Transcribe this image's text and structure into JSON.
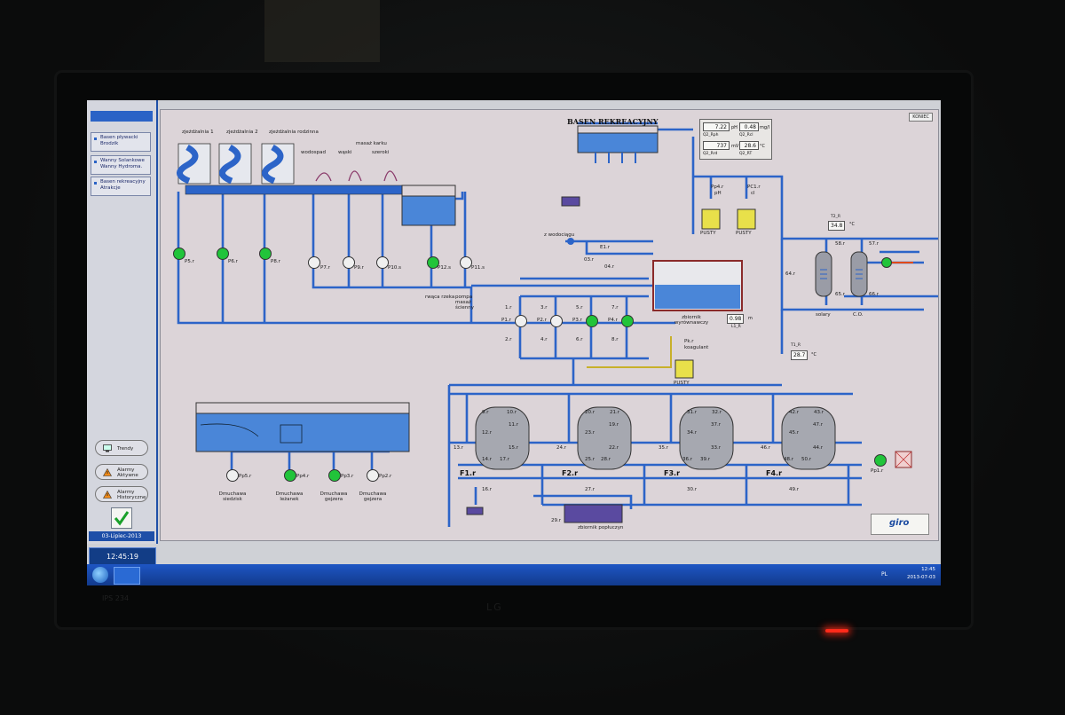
{
  "nav": {
    "buttons": [
      "Basen pływacki Brodzik",
      "Wanny Solankowe Wanny Hydroma.",
      "Basen rekreacyjny Atrakcje"
    ],
    "trendy": "Trendy",
    "alarmy_aktywne": "Alarmy Aktywne",
    "alarmy_historyczne": "Alarmy Historyczne",
    "date": "03-Lipiec-2013",
    "clock": "12:45:19"
  },
  "header": {
    "koniec": "KONIEC",
    "basen_title": "BASEN REKREACYJNY"
  },
  "readings": {
    "ph": "7.22",
    "ph_unit": "pH",
    "cl": "0.48",
    "cl_unit": "mg/l",
    "redox": "737",
    "redox_unit": "mV",
    "temp": "28.6",
    "temp_unit": "°C",
    "ph_tag": "Q2_Rph",
    "cl_tag": "Q2_Rcl",
    "redox_tag": "Q2_Rrd",
    "temp_tag": "Q2_RT",
    "t2": "34.8",
    "t2_tag": "T2_R",
    "t1": "28.7",
    "t1_tag": "T1_R",
    "level": "0.98",
    "level_unit": "m",
    "level_tag": "L1_R",
    "deg": "°C"
  },
  "attractions": {
    "slides": [
      "zjeżdżalnia 1",
      "zjeżdżalnia 2",
      "zjeżdżalnia rodzinna"
    ],
    "wodospad": "wodospad",
    "masaz_karku": "masaż karku",
    "waski": "wąski",
    "szeroki": "szeroki",
    "pumps": [
      "P5.r",
      "P6.r",
      "P8.r",
      "P7.r",
      "P9.r",
      "P10.s",
      "P12.s",
      "P11.s"
    ],
    "rwaca_rzeka": "rwąca rzeka",
    "pompa_masaz": "pompa masaż ścienny"
  },
  "supply": {
    "wodociag": "z wodociągu",
    "valves": [
      "E1.r",
      "03.r",
      "04.r"
    ]
  },
  "tank": {
    "label": "zbiornik wyrównawczy"
  },
  "chem": {
    "ph_pump": "Pp4.r",
    "ph_lbl": "pH",
    "cl_pump": "PC1.r",
    "cl_lbl": "cl",
    "koag_pump": "Pk.r",
    "koag_lbl": "koagulant",
    "canister": "PUSTY"
  },
  "filter_pumps": {
    "labels": [
      "P1.r",
      "P2.r",
      "P3.r",
      "P4.r"
    ],
    "valves_top": [
      "1.r",
      "3.r",
      "5.r",
      "7.r"
    ],
    "valves_bot": [
      "2.r",
      "4.r",
      "6.r",
      "8.r"
    ]
  },
  "heat": {
    "solary": "solary",
    "co": "C.O.",
    "valves": [
      "58.r",
      "57.r",
      "65.r",
      "66.r",
      "64.r"
    ]
  },
  "filters": {
    "names": [
      "F1.r",
      "F2.r",
      "F3.r",
      "F4.r"
    ],
    "valves": [
      [
        "9.r",
        "10.r",
        "12.r",
        "11.r",
        "13.r",
        "15.r",
        "16.r",
        "17.r",
        "14.r"
      ],
      [
        "20.r",
        "21.r",
        "23.r",
        "19.r",
        "24.r",
        "22.r",
        "27.r",
        "28.r",
        "25.r"
      ],
      [
        "31.r",
        "32.r",
        "34.r",
        "35.r",
        "33.r",
        "37.r",
        "39.r",
        "30.r",
        "36.r"
      ],
      [
        "42.r",
        "43.r",
        "45.r",
        "46.r",
        "44.r",
        "47.r",
        "50.r",
        "49.r",
        "48.r"
      ]
    ]
  },
  "backwash": {
    "tank": "zbiornik popłuczyn",
    "valve": "29.r",
    "pump": "Pp1.r"
  },
  "blowers": {
    "pumps": [
      "Pp5.r",
      "Pp4.r",
      "Pp3.r",
      "Pp2.r"
    ],
    "labels": [
      "Dmuchawa siedzisk",
      "Dmuchawa leżanek",
      "Dmuchawa gejzera",
      "Dmuchawa gejzera"
    ]
  },
  "brand": "giro",
  "taskbar": {
    "lang": "PL",
    "time": "12:45",
    "date": "2013-07-03"
  },
  "monitor": {
    "brand": "LG",
    "ips": "IPS 234"
  },
  "colors": {
    "pipe": "#2c64c8",
    "water": "#4a86d8",
    "pump_on": "#21c43a",
    "pump_off": "#f0f0f0",
    "taskbar": "#1e56c4"
  }
}
